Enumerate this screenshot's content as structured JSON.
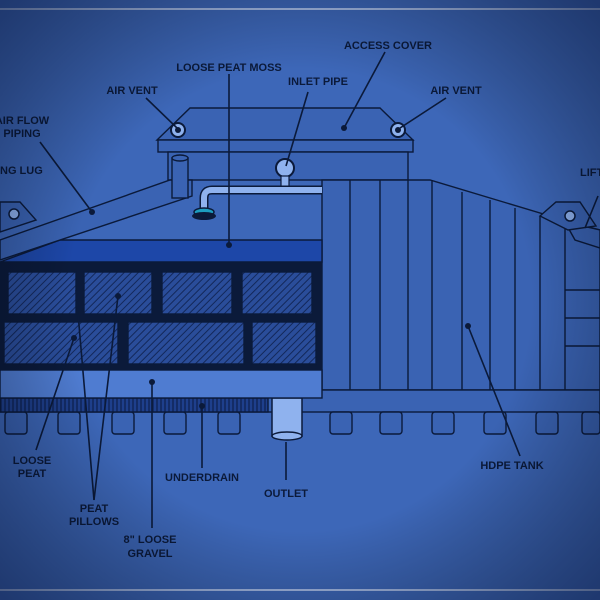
{
  "labels": {
    "loose_peat_moss": "LOOSE PEAT MOSS",
    "access_cover": "ACCESS COVER",
    "air_vent_left": "AIR VENT",
    "inlet_pipe": "INLET PIPE",
    "air_vent_right": "AIR VENT",
    "air_flow_piping_1": "AIR FLOW",
    "air_flow_piping_2": "PIPING",
    "lifting_lug_left": "NG LUG",
    "lifting_lug_right": "LIFT",
    "loose_peat_1": "LOOSE",
    "loose_peat_2": "PEAT",
    "peat_pillows_1": "PEAT",
    "peat_pillows_2": "PILLOWS",
    "loose_gravel_1": "8\" LOOSE",
    "loose_gravel_2": "GRAVEL",
    "underdrain": "UNDERDRAIN",
    "outlet": "OUTLET",
    "hdpe_tank": "HDPE TANK"
  },
  "colors": {
    "background": "#3d67b8",
    "ink": "#0b1a3a",
    "peat_band": "#1d47a8",
    "tank_fill": "#3a63b3",
    "pillow_fill": "#2a4d9a",
    "gravel_fill": "#4f7cd1"
  }
}
